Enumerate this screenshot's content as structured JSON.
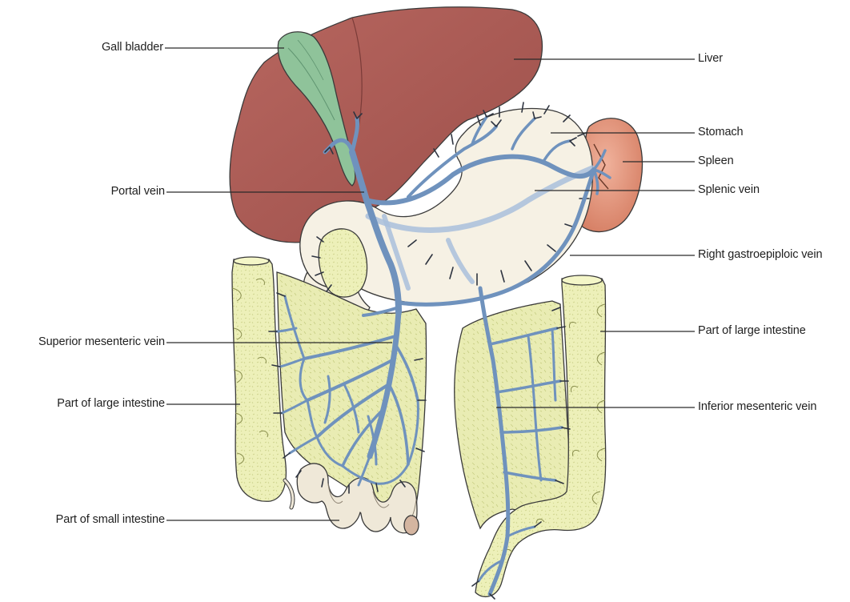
{
  "labels": {
    "gall_bladder": "Gall bladder",
    "portal_vein": "Portal vein",
    "superior_mesenteric_vein": "Superior mesenteric vein",
    "part_of_large_intestine_left": "Part of large intestine",
    "part_of_small_intestine": "Part of small intestine",
    "liver": "Liver",
    "stomach": "Stomach",
    "spleen": "Spleen",
    "splenic_vein": "Splenic vein",
    "right_gastroepiploic_vein": "Right gastroepiploic vein",
    "part_of_large_intestine_right": "Part of large intestine",
    "inferior_mesenteric_vein": "Inferior mesenteric vein"
  },
  "colors": {
    "liver": "#a85a56",
    "gall_bladder": "#8fc39a",
    "stomach": "#f6f1e4",
    "spleen": "#d98268",
    "intestine": "#ecefb7",
    "small_intestine": "#efe8d8",
    "vein": "#6f92bd"
  }
}
